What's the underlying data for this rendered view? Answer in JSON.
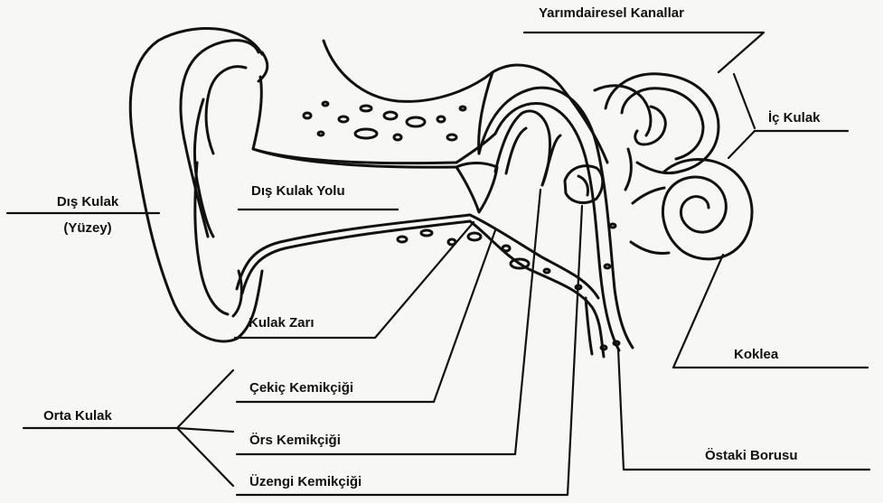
{
  "labels": {
    "semicircular_canals": "Yarımdairesel Kanallar",
    "inner_ear": "İç Kulak",
    "outer_ear": "Dış Kulak",
    "outer_ear_sub": "(Yüzey)",
    "ear_canal": "Dış Kulak Yolu",
    "eardrum": "Kulak Zarı",
    "cochlea": "Koklea",
    "middle_ear": "Orta Kulak",
    "hammer": "Çekiç Kemikçiği",
    "anvil": "Örs Kemikçiği",
    "stirrup": "Üzengi Kemikçiği",
    "eustachian_tube": "Östaki Borusu"
  },
  "colors": {
    "ink": "#111111",
    "paper": "#f7f7f5"
  }
}
